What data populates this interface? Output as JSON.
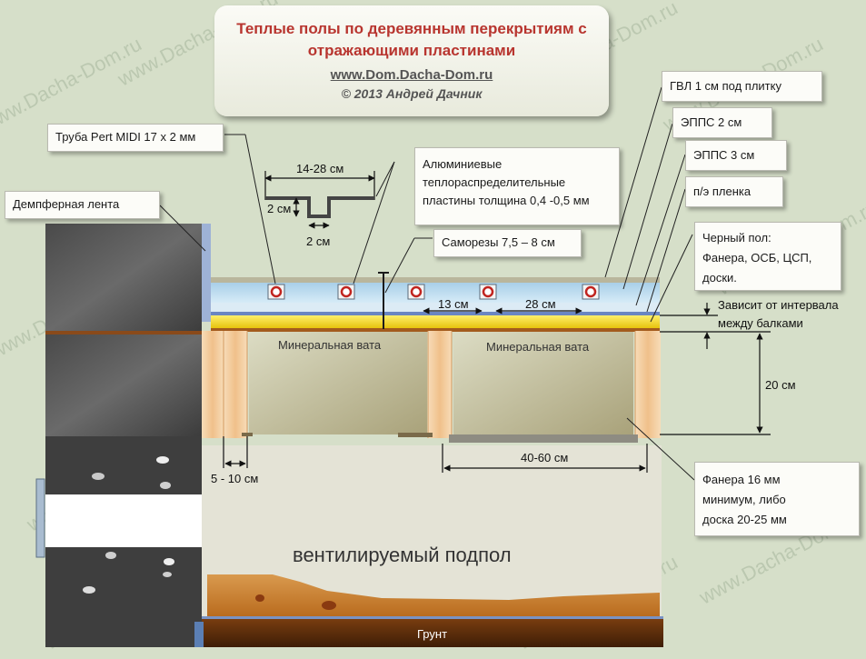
{
  "title": {
    "line1": "Теплые полы по деревянным перекрытиям с",
    "line2": "отражающими пластинами",
    "site": "www.Dom.Dacha-Dom.ru",
    "copyright": "© 2013 Андрей Дачник"
  },
  "callouts": {
    "pipe": "Труба Pert MIDI 17 х 2 мм",
    "damper": "Демпферная лента",
    "plates": [
      "Алюминиевые",
      "теплораспределительные",
      "пластины толщина 0,4 -0,5 мм"
    ],
    "screws": "Саморезы 7,5 – 8 см",
    "gvl": "ГВЛ 1 см под плитку",
    "epps2": "ЭППС 2 см",
    "epps3": "ЭППС 3 см",
    "film": "п/э пленка",
    "subfloor": [
      "Черный пол:",
      "Фанера, ОСБ, ЦСП,",
      "доски."
    ],
    "plywood": [
      "Фанера 16 мм",
      "минимум, либо",
      "доска 20-25 мм"
    ]
  },
  "dimensions": {
    "profile_width": "14-28 см",
    "profile_height": "2 см",
    "profile_groove": "2 см",
    "pipe_gap_13": "13 см",
    "pipe_gap_28": "28 см",
    "depends": [
      "Зависит от интервала",
      "между балками"
    ],
    "beam_height": "20 см",
    "beam_width": "5 - 10 см",
    "span": "40-60 см"
  },
  "labels": {
    "wool_left": "Минеральная вата",
    "wool_right": "Минеральная вата",
    "underfloor": "вентилируемый подпол",
    "ground": "Грунт"
  },
  "watermark": "www.Dacha-Dom.ru",
  "colors": {
    "background": "#d6dfc9",
    "title_text": "#b8352f",
    "screed": "#b8d6ea",
    "epps": "#cfe3f1",
    "yellow_board": "#f6d400",
    "beam": "#f0c896",
    "wool": "#c9c6a4",
    "soil": "#c97b2a",
    "brick": "#5c5c5c",
    "pipe": "#c0241f"
  }
}
